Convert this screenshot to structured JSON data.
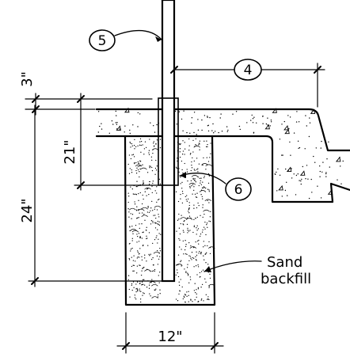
{
  "dimensions": {
    "top_thickness": "3\"",
    "embed_depth": "21\"",
    "footing_depth": "24\"",
    "footing_width": "12\""
  },
  "tags": {
    "tag5": "5",
    "tag4": "4",
    "tag6": "6"
  },
  "notes": {
    "backfill_line1": "Sand",
    "backfill_line2": "backfill"
  }
}
